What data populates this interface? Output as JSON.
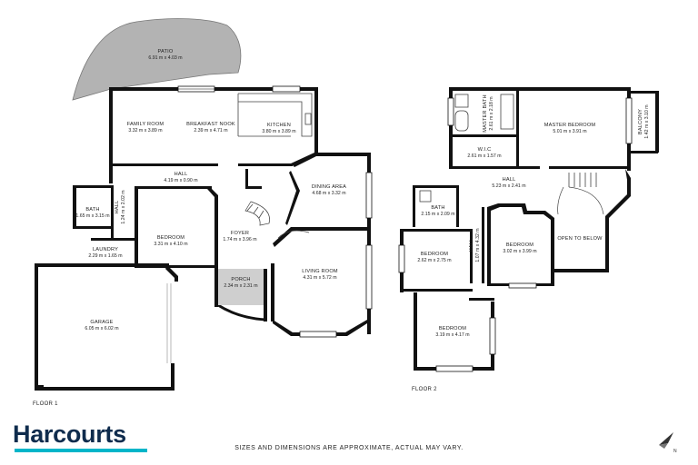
{
  "floors": [
    {
      "label": "FLOOR 1",
      "rooms": [
        {
          "name": "PATIO",
          "dims": "6.91 m x 4.03 m"
        },
        {
          "name": "FAMILY ROOM",
          "dims": "3.32 m x 3.89 m"
        },
        {
          "name": "BREAKFAST NOOK",
          "dims": "2.39 m x 4.71 m"
        },
        {
          "name": "KITCHEN",
          "dims": "3.80 m x 3.89 m"
        },
        {
          "name": "HALL",
          "dims": "4.19 m x 0.90 m"
        },
        {
          "name": "DINING AREA",
          "dims": "4.68 m x 3.32 m"
        },
        {
          "name": "BATH",
          "dims": "1.65 m x 3.15 m"
        },
        {
          "name": "HALL",
          "dims": "1.24 m x 2.02 m"
        },
        {
          "name": "BEDROOM",
          "dims": "3.31 m x 4.10 m"
        },
        {
          "name": "FOYER",
          "dims": "1.74 m x 3.96 m"
        },
        {
          "name": "LAUNDRY",
          "dims": "2.29 m x 1.65 m"
        },
        {
          "name": "PORCH",
          "dims": "2.34 m x 2.31 m"
        },
        {
          "name": "LIVING ROOM",
          "dims": "4.31 m x 5.72 m"
        },
        {
          "name": "GARAGE",
          "dims": "6.05 m x 6.02 m"
        }
      ]
    },
    {
      "label": "FLOOR 2",
      "rooms": [
        {
          "name": "MASTER BATH",
          "dims": "2.61 m x 2.18 m"
        },
        {
          "name": "MASTER BEDROOM",
          "dims": "5.01 m x 3.91 m"
        },
        {
          "name": "BALCONY",
          "dims": "1.42 m x 3.10 m"
        },
        {
          "name": "W.I.C",
          "dims": "2.61 m x 1.57 m"
        },
        {
          "name": "HALL",
          "dims": "5.23 m x 2.41 m"
        },
        {
          "name": "BATH",
          "dims": "2.15 m x 2.09 m"
        },
        {
          "name": "HALL",
          "dims": "1.07 m x 4.32 m"
        },
        {
          "name": "BEDROOM",
          "dims": "2.62 m x 2.75 m"
        },
        {
          "name": "BEDROOM",
          "dims": "3.02 m x 3.99 m"
        },
        {
          "name": "OPEN TO BELOW",
          "dims": ""
        },
        {
          "name": "BEDROOM",
          "dims": "3.19 m x 4.17 m"
        }
      ]
    }
  ],
  "brand": "Harcourts",
  "brand_color": "#0f2c4d",
  "brand_accent": "#00b5c9",
  "disclaimer": "SIZES AND DIMENSIONS ARE APPROXIMATE, ACTUAL MAY VARY.",
  "compass": "N",
  "icons": {
    "compass": "north-arrow-icon",
    "stairs": "stairs-icon"
  }
}
